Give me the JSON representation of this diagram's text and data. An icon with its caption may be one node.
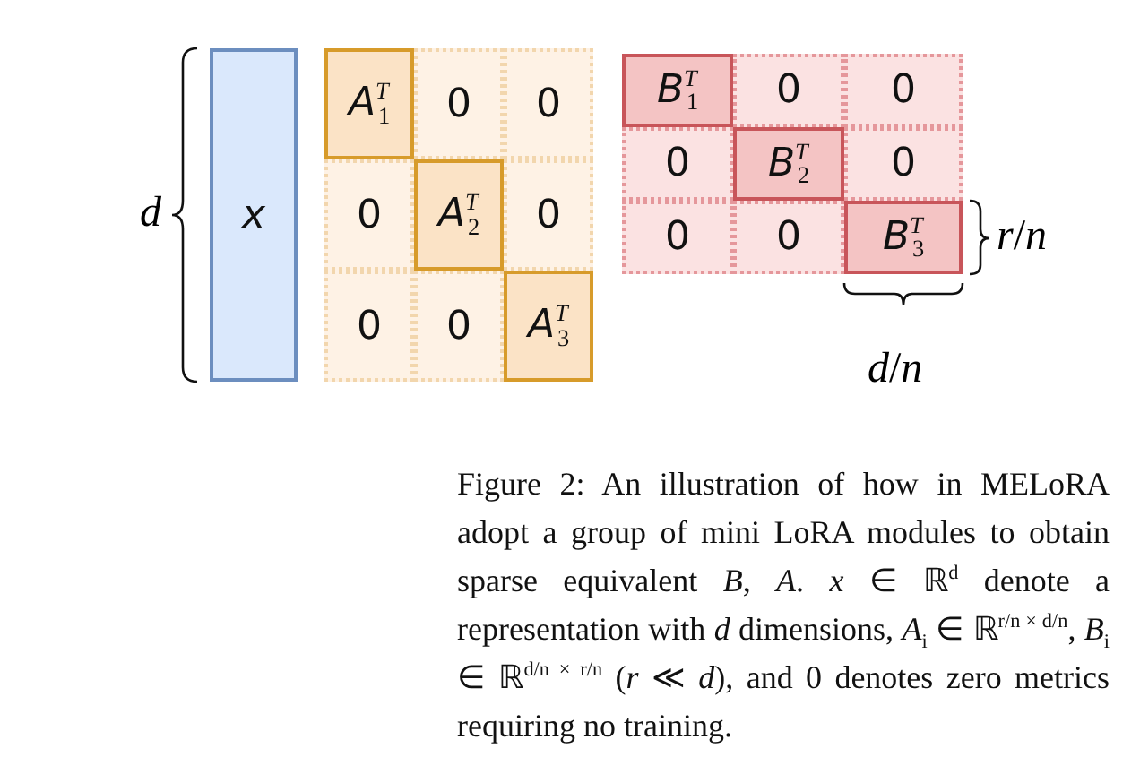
{
  "diagram": {
    "caption": "Figure 2: An illustration of how in MELoRA adopt a group of mini LoRA modules to obtain sparse equivalent *B*, *A*. *x* ∈ ℝ$^{d}$ denote a representation with *d* dimensions, *A*$_{i}$ ∈ ℝ$^{r/n × d/n}$, *B*$_{i}$ ∈ ℝ$^{d/n × r/n}$ (*r* ≪ *d*), and 0 denotes zero metrics requiring no training.",
    "nodes": [
      {
        "text": [
          "*x*"
        ]
      },
      {
        "text": [
          "*A*$^{T}$$_{1}$"
        ]
      },
      {
        "text": [
          "0"
        ]
      },
      {
        "text": [
          "0"
        ]
      },
      {
        "text": [
          "0"
        ]
      },
      {
        "text": [
          "*A*$^{T}$$_{2}$"
        ]
      },
      {
        "text": [
          "0"
        ]
      },
      {
        "text": [
          "0"
        ]
      },
      {
        "text": [
          "0"
        ]
      },
      {
        "text": [
          "*A*$^{T}$$_{3}$"
        ]
      },
      {
        "text": [
          "*B*$^{T}$$_{1}$"
        ]
      },
      {
        "text": [
          "0"
        ]
      },
      {
        "text": [
          "0"
        ]
      },
      {
        "text": [
          "0"
        ]
      },
      {
        "text": [
          "*B*$^{T}$$_{2}$"
        ]
      },
      {
        "text": [
          "0"
        ]
      },
      {
        "text": [
          "0"
        ]
      },
      {
        "text": [
          "0"
        ]
      },
      {
        "text": [
          "*B*$^{T}$$_{3}$"
        ]
      }
    ],
    "edges": [],
    "labels": [
      "*d*",
      "*r*/*n*",
      "*d*/*n*"
    ]
  }
}
